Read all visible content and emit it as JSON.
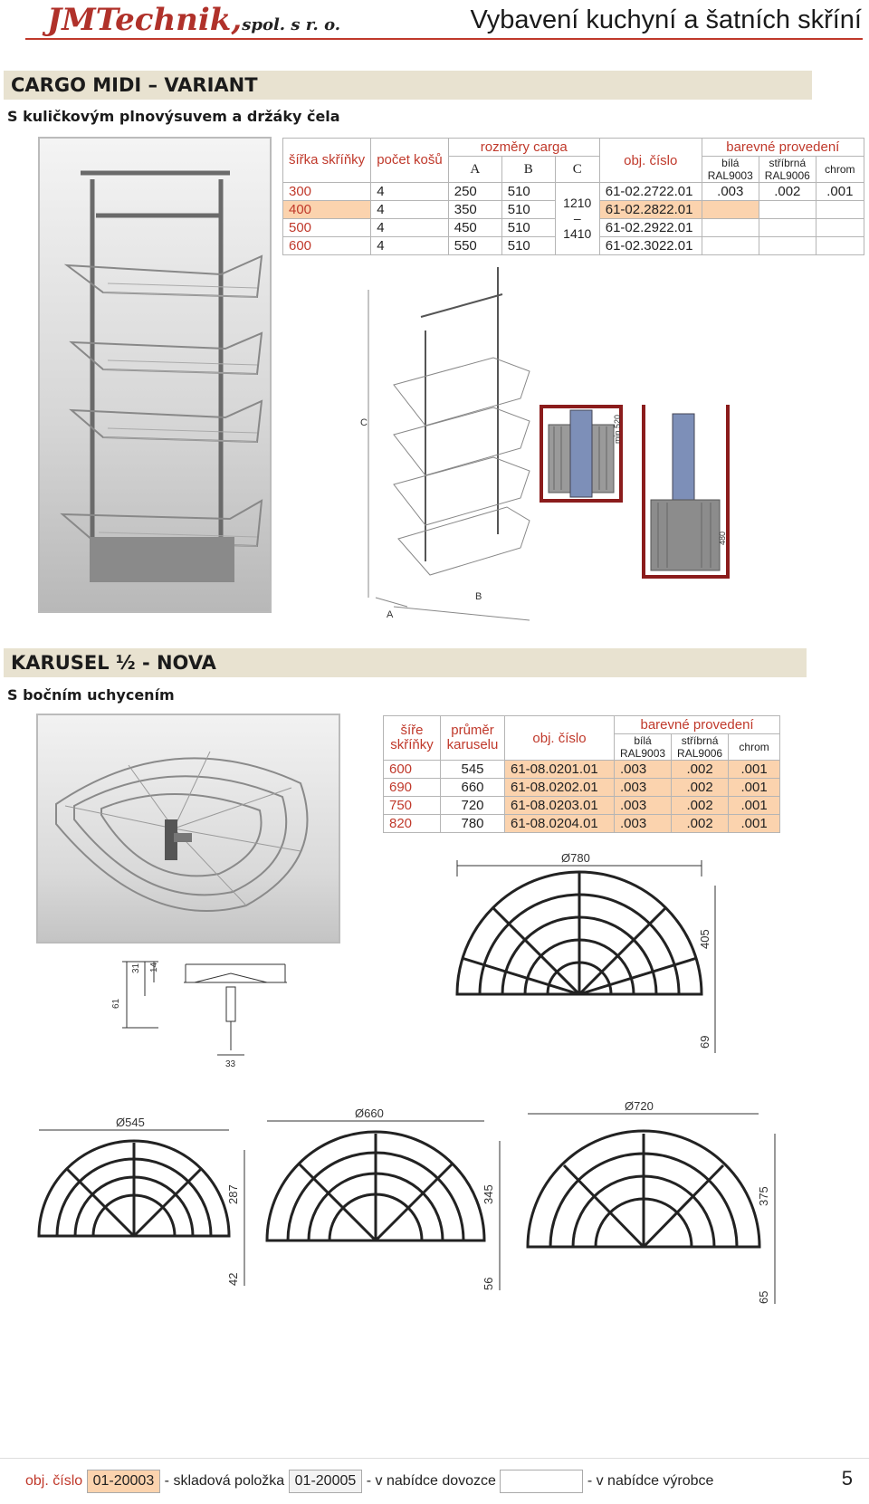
{
  "header": {
    "logo_main": "JMTechnik,",
    "logo_tail": "spol. s r. o.",
    "title": "Vybavení kuchyní a šatních skříní"
  },
  "cargo": {
    "heading": "CARGO MIDI – VARIANT",
    "subtitle": "S kuličkovým plnovýsuvem a držáky čela",
    "table": {
      "h_width": "šířka skříňky",
      "h_count": "počet košů",
      "h_dims": "rozměry carga",
      "h_a": "A",
      "h_b": "B",
      "h_c": "C",
      "h_obj": "obj. číslo",
      "h_colors": "barevné provedení",
      "h_white": "bílá RAL9003",
      "h_silver": "stříbrná RAL9006",
      "h_chrom": "chrom",
      "c_value": "1210 – 1410",
      "codes_white": ".003",
      "codes_silver": ".002",
      "codes_chrom": ".001",
      "rows": [
        {
          "width": "300",
          "count": "4",
          "a": "250",
          "b": "510",
          "obj": "61-02.2722.01"
        },
        {
          "width": "400",
          "count": "4",
          "a": "350",
          "b": "510",
          "obj": "61-02.2822.01"
        },
        {
          "width": "500",
          "count": "4",
          "a": "450",
          "b": "510",
          "obj": "61-02.2922.01"
        },
        {
          "width": "600",
          "count": "4",
          "a": "550",
          "b": "510",
          "obj": "61-02.3022.01"
        }
      ]
    },
    "diagram_labels": {
      "c": "C",
      "a": "A",
      "b": "B",
      "min": "min 520",
      "h480": "480"
    }
  },
  "karusel": {
    "heading": "KARUSEL ½ - NOVA",
    "subtitle": "S bočním uchycením",
    "table": {
      "h_width": "šíře skříňky",
      "h_diam": "průměr karuselu",
      "h_obj": "obj. číslo",
      "h_colors": "barevné provedení",
      "h_white": "bílá RAL9003",
      "h_silver": "stříbrná RAL9006",
      "h_chrom": "chrom",
      "rows": [
        {
          "width": "600",
          "diam": "545",
          "obj": "61-08.0201.01",
          "white": ".003",
          "silver": ".002",
          "chrom": ".001"
        },
        {
          "width": "690",
          "diam": "660",
          "obj": "61-08.0202.01",
          "white": ".003",
          "silver": ".002",
          "chrom": ".001"
        },
        {
          "width": "750",
          "diam": "720",
          "obj": "61-08.0203.01",
          "white": ".003",
          "silver": ".002",
          "chrom": ".001"
        },
        {
          "width": "820",
          "diam": "780",
          "obj": "61-08.0204.01",
          "white": ".003",
          "silver": ".002",
          "chrom": ".001"
        }
      ]
    },
    "bracket": {
      "d31": "31",
      "d14": "14",
      "d61": "61",
      "d33": "33"
    },
    "baskets": [
      {
        "diam": "Ø780",
        "depth": "405",
        "offset": "69"
      },
      {
        "diam": "Ø545",
        "depth": "287",
        "offset": "42"
      },
      {
        "diam": "Ø660",
        "depth": "345",
        "offset": "56"
      },
      {
        "diam": "Ø720",
        "depth": "375",
        "offset": "65"
      }
    ]
  },
  "footer": {
    "label": "obj. číslo",
    "code1": "01-20003",
    "text1": "- skladová položka",
    "code2": "01-20005",
    "text2": "- v nabídce dovozce",
    "text3": "- v nabídce výrobce",
    "page": "5"
  }
}
